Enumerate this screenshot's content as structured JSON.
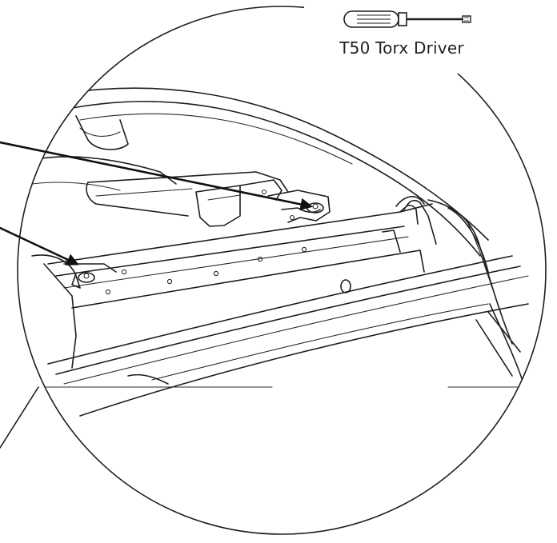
{
  "tool": {
    "label": "T50 Torx Driver",
    "icon": "torx-screwdriver-icon"
  },
  "detail_view": {
    "icon": "magnified-detail-circle",
    "callouts": [
      {
        "name": "bracket-screw-arrow"
      },
      {
        "name": "rail-screw-arrow"
      }
    ]
  },
  "colors": {
    "line": "#1e1e1e",
    "background": "#ffffff"
  }
}
